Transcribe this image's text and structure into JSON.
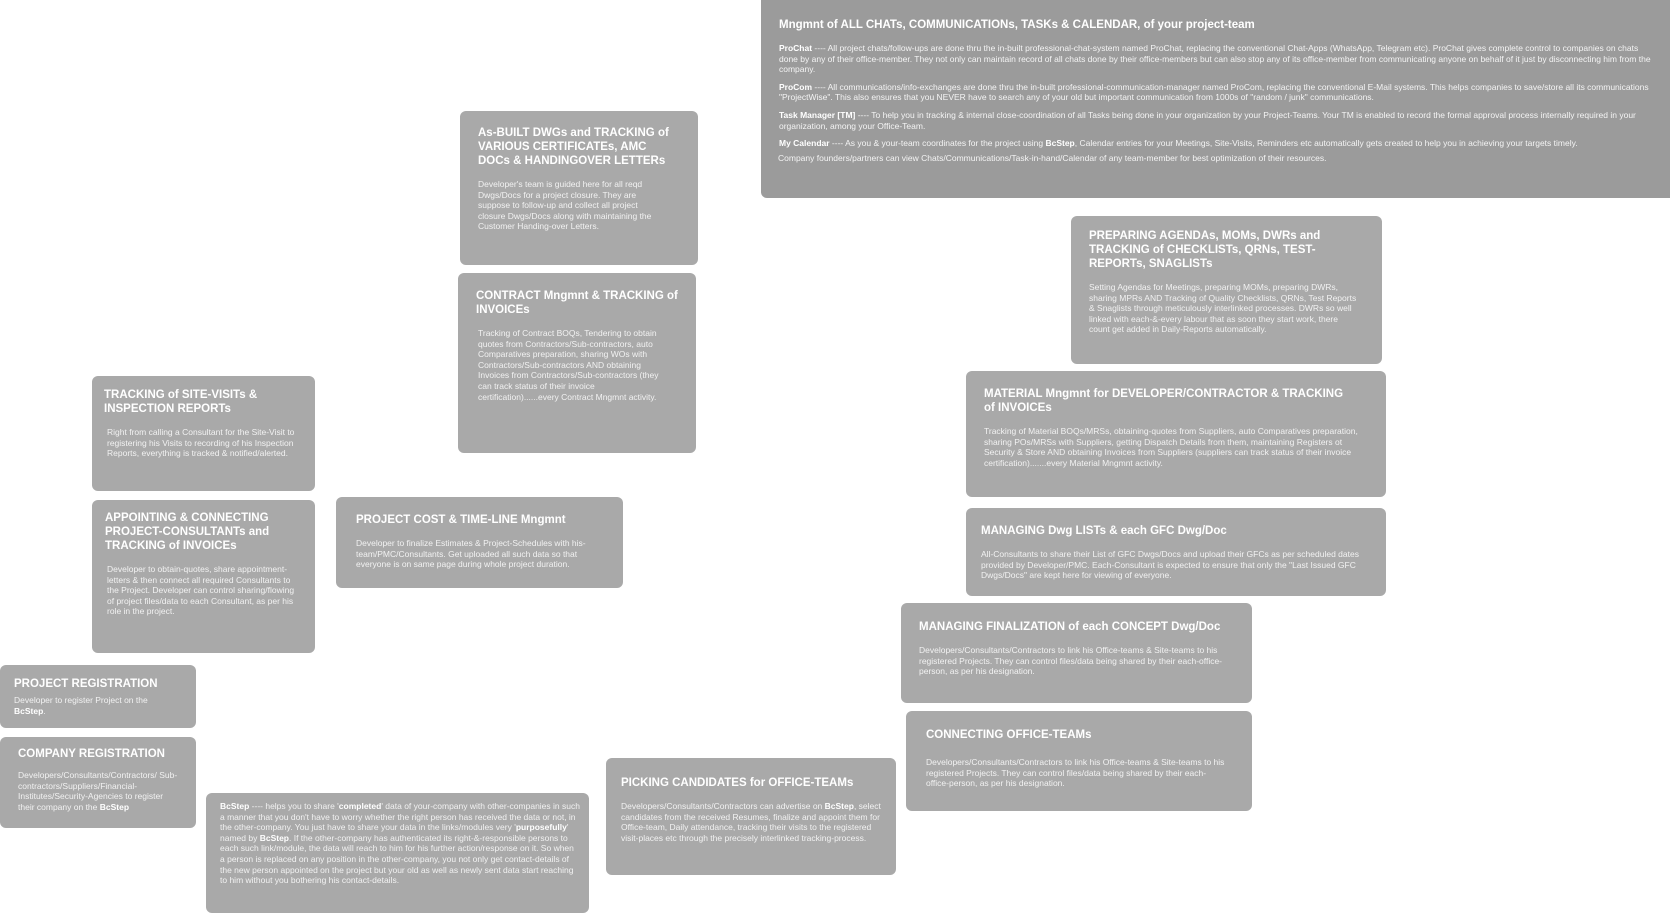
{
  "cards": {
    "chats": {
      "title": "Mngmnt of ALL CHATs, COMMUNICATIONs, TASKs & CALENDAR, of your project-team",
      "prochat_label": "ProChat",
      "prochat_text": " ---- All project chats/follow-ups are done thru the in-built professional-chat-system named ProChat, replacing the conventional Chat-Apps (WhatsApp, Telegram etc). ProChat gives complete control to companies on chats done by any of their office-member. They not only can maintain record of all chats done by their office-members but can also stop any of its office-member from communicating anyone on behalf of it just by disconnecting him from the company.",
      "procom_label": "ProCom",
      "procom_text": " ---- All communications/info-exchanges are done thru the in-built professional-communication-manager named ProCom, replacing the conventional E-Mail systems. This helps companies to save/store all its communications \"ProjectWise\". This also ensures that you NEVER have to search any of your old but important communication from 1000s of \"random / junk\" communications.",
      "tm_label": "Task Manager [TM]",
      "tm_text": " ---- To help you in tracking & internal close-coordination of all Tasks being done in your organization by your Project-Teams. Your TM is enabled to record the formal approval process internally required in your organization, among your Office-Team.",
      "cal_label": "My Calendar",
      "cal_text_1": " ---- As you & your-team coordinates for the project using ",
      "cal_brand": "BcStep",
      "cal_text_2": ", Calendar entries for your Meetings, Site-Visits, Reminders etc automatically gets created to help you in achieving your targets timely.",
      "founders_text": "Company founders/partners can view Chats/Communications/Task-in-hand/Calendar of any team-member for best optimization of their resources."
    },
    "asbuilt": {
      "title": "As-BUILT DWGs and TRACKING of VARIOUS CERTIFICATEs, AMC DOCs & HANDINGOVER LETTERs",
      "body": "Developer's team is guided here for all reqd Dwgs/Docs for a project closure. They are suppose to follow-up and collect all project closure Dwgs/Docs along with maintaining the Customer Handing-over Letters."
    },
    "contract": {
      "title": "CONTRACT Mngmnt & TRACKING of INVOICEs",
      "body": "Tracking of Contract BOQs, Tendering to obtain quotes from Contractors/Sub-contractors, auto Comparatives preparation, sharing WOs with Contractors/Sub-contractors AND obtaining Invoices from Contractors/Sub-contractors (they can track status of their invoice certification)......every Contract Mngmnt activity."
    },
    "agendas": {
      "title": "PREPARING AGENDAs, MOMs, DWRs and TRACKING of CHECKLISTs, QRNs, TEST-REPORTs, SNAGLISTs",
      "body": "Setting Agendas for Meetings, preparing MOMs, preparing DWRs, sharing MPRs AND Tracking of Quality Checklists, QRNs, Test Reports & Snaglists through meticulously interlinked processes. DWRs so well linked with each-&-every labour that as soon they start work, there count get added in Daily-Reports automatically."
    },
    "sitevisits": {
      "title": "TRACKING of SITE-VISITs & INSPECTION REPORTs",
      "body": "Right from calling a Consultant for the Site-Visit to registering his Visits to recording of his Inspection Reports, everything is tracked & notified/alerted."
    },
    "material": {
      "title": "MATERIAL Mngmnt for DEVELOPER/CONTRACTOR  & TRACKING of INVOICEs",
      "body": "Tracking of Material BOQs/MRSs, obtaining-quotes from Suppliers, auto Comparatives preparation, sharing POs/MRSs with Suppliers, getting Dispatch Details from them, maintaining Registers ot Security & Store AND obtaining Invoices from Suppliers (suppliers can track status of their invoice certification).......every Material Mngmnt activity."
    },
    "consultants": {
      "title": "APPOINTING & CONNECTING PROJECT-CONSULTANTs and TRACKING of INVOICEs",
      "body": "Developer to obtain-quotes, share appointment-letters & then connect all required Consultants to the Project. Developer can control sharing/flowing of project files/data to each Consultant, as per his role in the project."
    },
    "cost": {
      "title": "PROJECT COST & TIME-LINE Mngmnt",
      "body": "Developer to finalize Estimates & Project-Schedules with his-team/PMC/Consultants. Get uploaded all such data so that everyone is on same page during whole project duration."
    },
    "dwglists": {
      "title": "MANAGING Dwg LISTs & each GFC Dwg/Doc",
      "body": "All-Consultants to share their List of GFC Dwgs/Docs and upload their GFCs as per scheduled dates provided by Developer/PMC. Each-Consultant is expected to ensure that only the \"Last Issued GFC Dwgs/Docs\" are kept here for viewing of everyone."
    },
    "concept": {
      "title": "MANAGING FINALIZATION of each CONCEPT Dwg/Doc",
      "body": "Developers/Consultants/Contractors to link his Office-teams & Site-teams to his registered Projects. They can control files/data being shared by their each-office-person, as per his designation."
    },
    "projreg": {
      "title": "PROJECT REGISTRATION",
      "body_1": "Developer to register Project on the ",
      "brand": "BcStep",
      "body_2": "."
    },
    "officeteams": {
      "title": "CONNECTING OFFICE-TEAMs",
      "body": "Developers/Consultants/Contractors to link his Office-teams & Site-teams to his registered Projects. They can control files/data being shared by their each-office-person, as per his designation."
    },
    "compreg": {
      "title": "COMPANY REGISTRATION",
      "body_1": "Developers/Consultants/Contractors/ Sub-contractors/Suppliers/Financial-Institutes/Security-Agencies to register their company on the ",
      "brand": "BcStep"
    },
    "candidates": {
      "title": "PICKING CANDIDATES for OFFICE-TEAMs",
      "body_1": "Developers/Consultants/Contractors can advertise on ",
      "brand": "BcStep",
      "body_2": ", select candidates from the received Resumes, finalize and appoint them for Office-team, Daily attendance, tracking their visits to the registered visit-places etc through the precisely interlinked tracking-process."
    },
    "share": {
      "brand_1": "BcStep",
      "text_1": " ---- helps you to share '",
      "completed": "completed",
      "text_2": "' data of your-company with other-companies in such a manner that you don't have to worry whether the right person has received the data or not, in the other-company. You just have to share your data in the links/modules very '",
      "purposefully": "purposefully",
      "text_3": "' named by ",
      "brand_2": "BcStep",
      "text_4": ". If the other-company has authenticated its right-&-responsible persons to each such link/module, the data will reach to him for his further action/response on it. So when a person is replaced on any position in the other-company, you not only get contact-details of the new person appointed on the project but your old as well as newly sent data start reaching to him without you bothering his contact-details."
    }
  }
}
